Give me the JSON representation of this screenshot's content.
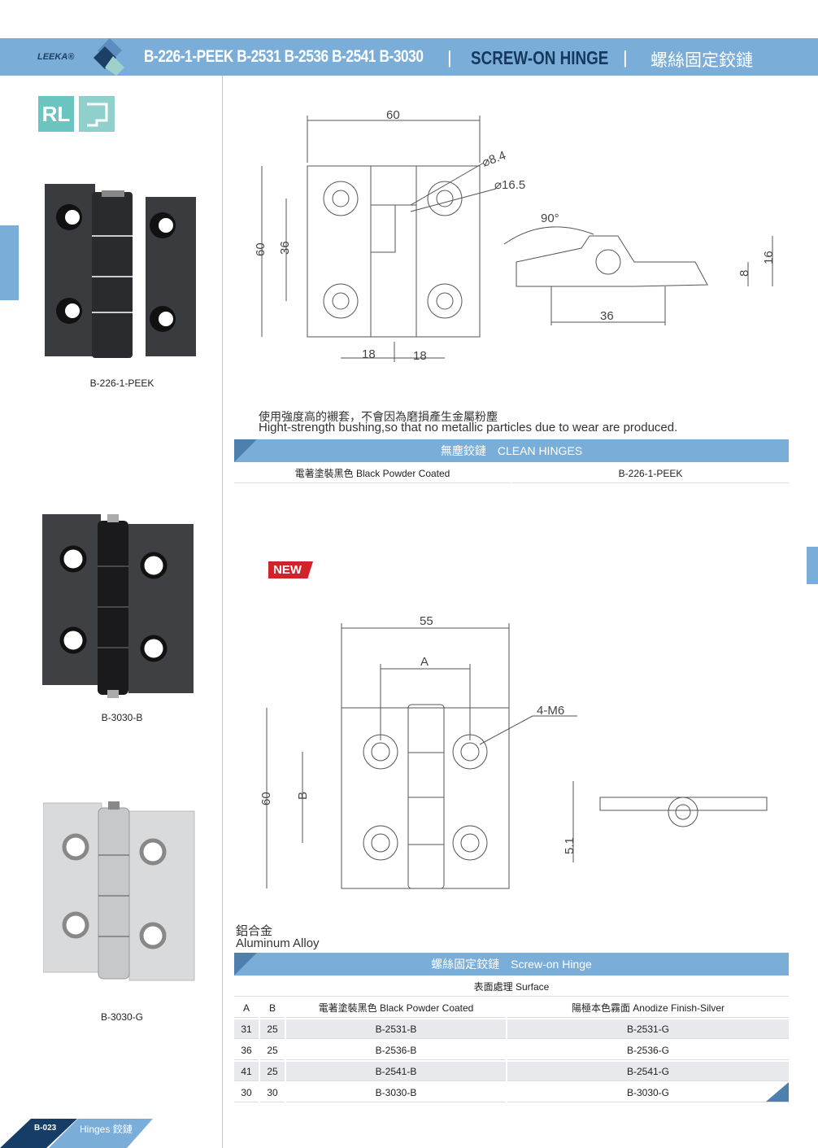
{
  "header": {
    "logo": "LEEKA®",
    "models": "B-226-1-PEEK B-2531 B-2536 B-2541 B-3030",
    "sep": "|",
    "title_en": "SCREW-ON HINGE",
    "title_zh": "螺絲固定鉸鏈"
  },
  "badge": {
    "rl": "RL"
  },
  "products": [
    {
      "caption": "B-226-1-PEEK"
    },
    {
      "caption": "B-3030-B"
    },
    {
      "caption": "B-3030-G"
    }
  ],
  "drawing1": {
    "w": "60",
    "d84": "⌀8.4",
    "d165": "⌀16.5",
    "h60": "60",
    "h36": "36",
    "b18a": "18",
    "b18b": "18",
    "angle": "90°",
    "side36": "36",
    "side8": "8",
    "side16": "16"
  },
  "note1": {
    "zh": "使用強度高的襯套，不會因為磨損產生金屬粉塵",
    "en": "Hight-strength bushing,so that no metallic particles due to wear are produced."
  },
  "table1": {
    "title": "無塵鉸鏈　CLEAN HINGES",
    "finish": "電著塗裝黑色 Black Powder Coated",
    "model": "B-226-1-PEEK"
  },
  "new_badge": "NEW",
  "drawing2": {
    "w": "55",
    "a": "A",
    "screw": "4-M6",
    "h60": "60",
    "b": "B",
    "t": "5.1"
  },
  "note2": {
    "zh": "鋁合金",
    "en": "Aluminum Alloy"
  },
  "table2": {
    "title": "螺絲固定鉸鏈　Screw-on Hinge",
    "surface": "表面處理 Surface",
    "headers": [
      "A",
      "B",
      "電著塗裝黑色 Black Powder Coated",
      "陽極本色霧面 Anodize Finish-Silver"
    ],
    "rows": [
      [
        "31",
        "25",
        "B-2531-B",
        "B-2531-G"
      ],
      [
        "36",
        "25",
        "B-2536-B",
        "B-2536-G"
      ],
      [
        "41",
        "25",
        "B-2541-B",
        "B-2541-G"
      ],
      [
        "30",
        "30",
        "B-3030-B",
        "B-3030-G"
      ]
    ]
  },
  "footer": {
    "code": "B-023",
    "label": "Hinges 鉸鏈"
  },
  "colors": {
    "accent": "#7aaed8",
    "dark": "#163d66"
  }
}
